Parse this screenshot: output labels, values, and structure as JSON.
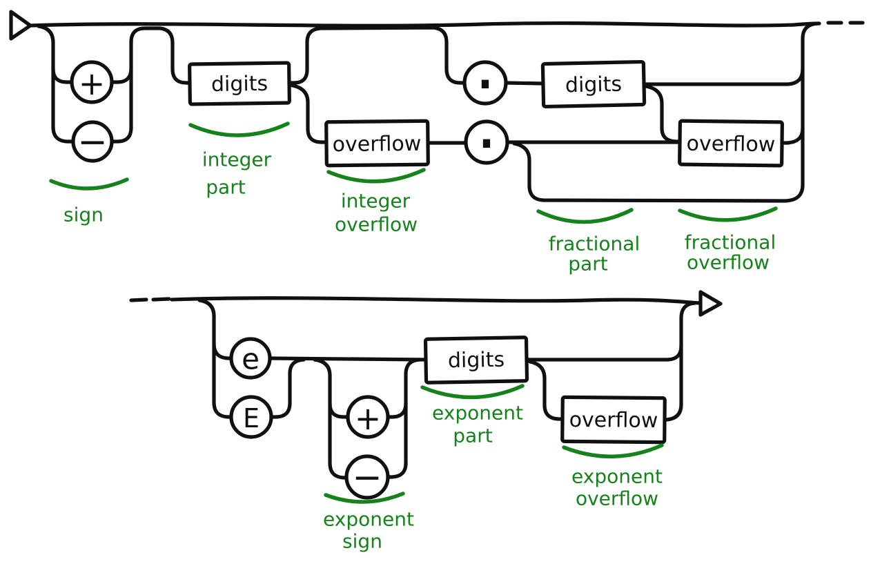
{
  "colors": {
    "ink": "#101010",
    "annotation": "#15821c",
    "background": "#ffffff"
  },
  "icons": {
    "start_marker": "arrow-right-outline",
    "end_marker": "arrow-right-outline",
    "row1_continuation": "dashed-continuation",
    "row2_continuation": "dashed-continuation"
  },
  "row1": {
    "sign": {
      "plus": "+",
      "minus": "−",
      "annotation": "sign"
    },
    "integer_digits": {
      "label": "digits",
      "annotation_line1": "integer",
      "annotation_line2": "part"
    },
    "integer_overflow": {
      "label": "overflow",
      "annotation_line1": "integer",
      "annotation_line2": "overflow"
    },
    "decimal_point_upper": "·",
    "decimal_point_lower": "·",
    "fractional_digits": {
      "label": "digits",
      "annotation_line1": "fractional",
      "annotation_line2": "part"
    },
    "fractional_overflow": {
      "label": "overflow",
      "annotation_line1": "fractional",
      "annotation_line2": "overflow"
    }
  },
  "row2": {
    "exponent_marker_lower": "e",
    "exponent_marker_upper": "E",
    "exponent_sign": {
      "plus": "+",
      "minus": "−",
      "annotation_line1": "exponent",
      "annotation_line2": "sign"
    },
    "exponent_digits": {
      "label": "digits",
      "annotation_line1": "exponent",
      "annotation_line2": "part"
    },
    "exponent_overflow": {
      "label": "overflow",
      "annotation_line1": "exponent",
      "annotation_line2": "overflow"
    }
  }
}
